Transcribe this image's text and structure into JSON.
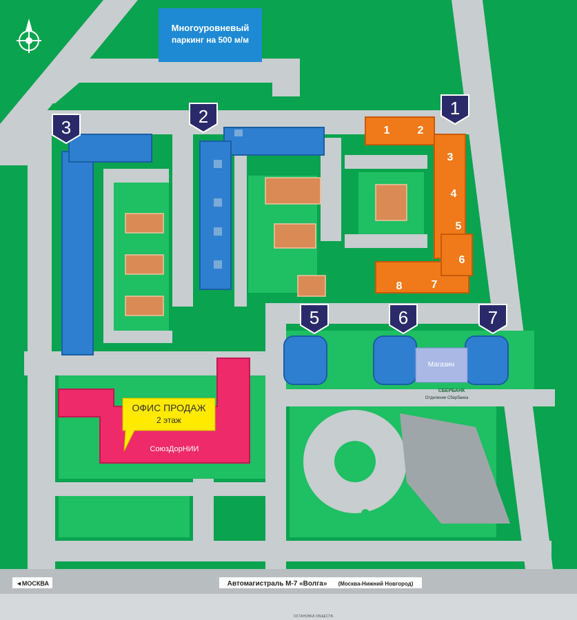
{
  "colors": {
    "grass": "#0aa34f",
    "lawn": "#1fbf63",
    "road": "#c8cdd0",
    "building_blue": "#2f7fd0",
    "building_orange": "#f07a1a",
    "office": "#ee2a6a",
    "court": "#d98a55",
    "marker": "#2a2a6a",
    "parking": "#1f8ad4",
    "callout": "#ffea00"
  },
  "parking": {
    "line1": "Многоуровневый",
    "line2": "паркинг на 500 м/м"
  },
  "markers": {
    "m1": "1",
    "m2": "2",
    "m3": "3",
    "m5": "5",
    "m6": "6",
    "m7": "7"
  },
  "sections": {
    "s1": "1",
    "s2": "2",
    "s3": "3",
    "s4": "4",
    "s5": "5",
    "s6": "6",
    "s7": "7",
    "s8": "8"
  },
  "shop": "Магазин",
  "sberbank": {
    "logo": "СБЕРБАНК",
    "caption": "Отделение Сбербанка"
  },
  "office": {
    "callout_line1": "ОФИС ПРОДАЖ",
    "callout_line2": "2 этаж",
    "building": "СоюзДорНИИ"
  },
  "highway": {
    "moscow": "◄МОСКВА",
    "name": "Автомагистраль М-7 «Волга»",
    "route": "(Москва-Нижний Новгород)"
  },
  "bus_stop": "ОСТАНОВКА ОБЩЕСТВ.",
  "compass_icon": "compass-rose-icon"
}
